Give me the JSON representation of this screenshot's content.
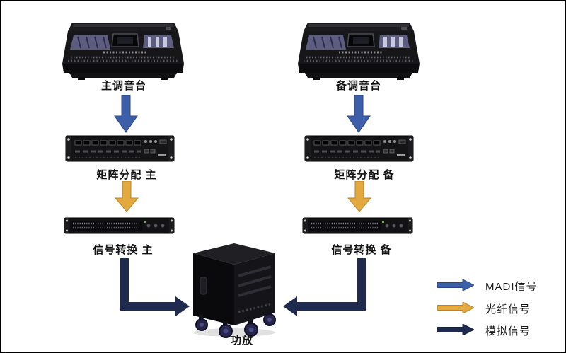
{
  "diagram": {
    "columns": [
      {
        "id": "main",
        "console_label": "主调音台",
        "matrix_label": "矩阵分配 主",
        "converter_label": "信号转换 主"
      },
      {
        "id": "backup",
        "console_label": "备调音台",
        "matrix_label": "矩阵分配 备",
        "converter_label": "信号转换 备"
      }
    ],
    "amp_label": "功放",
    "legend": {
      "items": [
        {
          "icon": "madi-arrow-icon",
          "label": "MADI信号",
          "color": "#3d5ea8"
        },
        {
          "icon": "fiber-arrow-icon",
          "label": "光纤信号",
          "color": "#e3a93f"
        },
        {
          "icon": "analog-arrow-icon",
          "label": "模拟信号",
          "color": "#1e2a4e"
        }
      ]
    },
    "colors": {
      "madi_signal": "#3d5ea8",
      "fiber_signal": "#e3a93f",
      "analog_signal": "#1e2a4e"
    }
  }
}
